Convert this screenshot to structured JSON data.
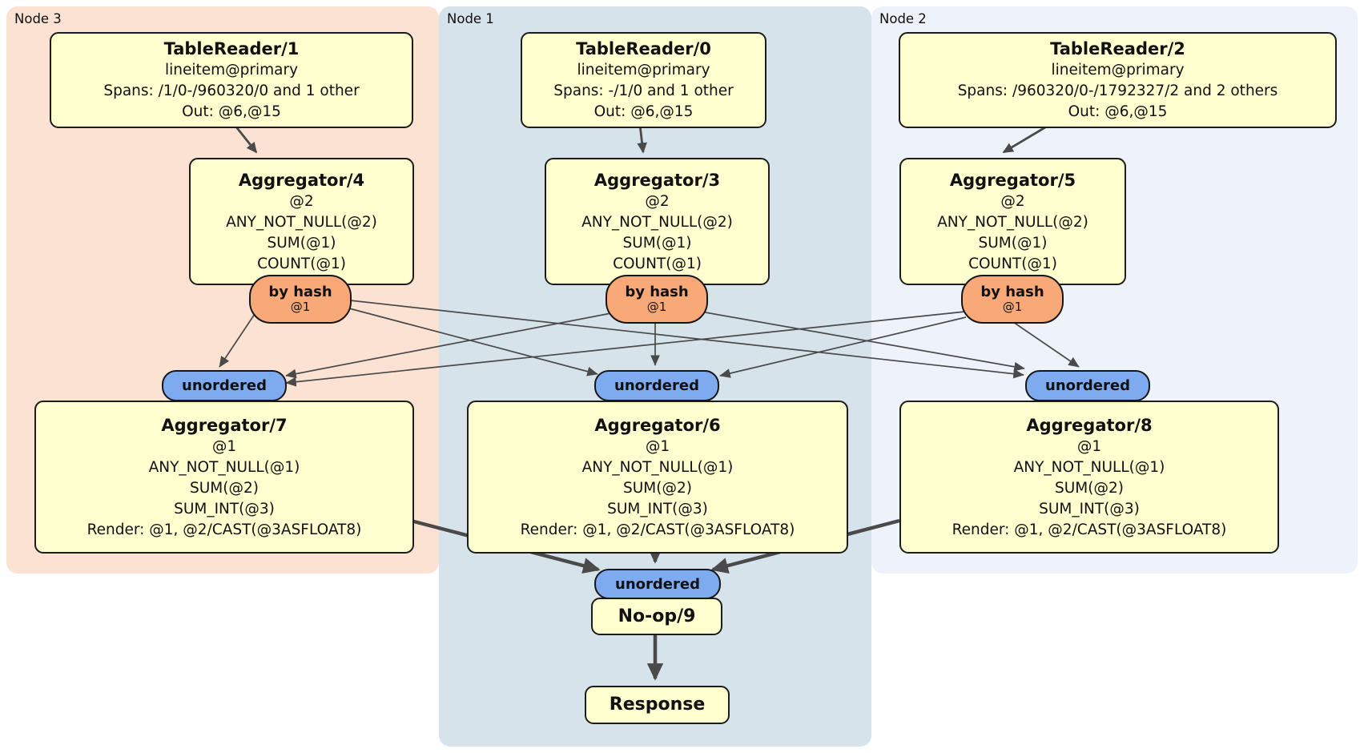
{
  "regions": [
    {
      "id": "node3",
      "label": "Node 3"
    },
    {
      "id": "node1",
      "label": "Node 1"
    },
    {
      "id": "node2",
      "label": "Node 2"
    }
  ],
  "boxes": {
    "tablereader1": {
      "title": "TableReader/1",
      "lines": [
        "lineitem@primary",
        "Spans: /1/0-/960320/0 and 1 other",
        "Out: @6,@15"
      ]
    },
    "tablereader0": {
      "title": "TableReader/0",
      "lines": [
        "lineitem@primary",
        "Spans: -/1/0 and 1 other",
        "Out: @6,@15"
      ]
    },
    "tablereader2": {
      "title": "TableReader/2",
      "lines": [
        "lineitem@primary",
        "Spans: /960320/0-/1792327/2 and 2 others",
        "Out: @6,@15"
      ]
    },
    "aggregator4": {
      "title": "Aggregator/4",
      "lines": [
        "@2",
        "ANY_NOT_NULL(@2)",
        "SUM(@1)",
        "COUNT(@1)"
      ]
    },
    "aggregator3": {
      "title": "Aggregator/3",
      "lines": [
        "@2",
        "ANY_NOT_NULL(@2)",
        "SUM(@1)",
        "COUNT(@1)"
      ]
    },
    "aggregator5": {
      "title": "Aggregator/5",
      "lines": [
        "@2",
        "ANY_NOT_NULL(@2)",
        "SUM(@1)",
        "COUNT(@1)"
      ]
    },
    "aggregator7": {
      "title": "Aggregator/7",
      "lines": [
        "@1",
        "ANY_NOT_NULL(@1)",
        "SUM(@2)",
        "SUM_INT(@3)",
        "Render: @1, @2/CAST(@3ASFLOAT8)"
      ]
    },
    "aggregator6": {
      "title": "Aggregator/6",
      "lines": [
        "@1",
        "ANY_NOT_NULL(@1)",
        "SUM(@2)",
        "SUM_INT(@3)",
        "Render: @1, @2/CAST(@3ASFLOAT8)"
      ]
    },
    "aggregator8": {
      "title": "Aggregator/8",
      "lines": [
        "@1",
        "ANY_NOT_NULL(@1)",
        "SUM(@2)",
        "SUM_INT(@3)",
        "Render: @1, @2/CAST(@3ASFLOAT8)"
      ]
    },
    "noop9": {
      "title": "No-op/9"
    },
    "response": {
      "title": "Response"
    }
  },
  "router": {
    "label": "by hash",
    "detail": "@1"
  },
  "stream": {
    "label": "unordered"
  },
  "colors": {
    "node3_bg": "#FBE2D2",
    "node1_bg": "#D7E3EB",
    "node2_bg": "#EDF2FB",
    "box_bg": "#FFFFCF",
    "router_bg": "#F8A977",
    "stream_bg": "#7EAAF0",
    "border": "#1C1C1C",
    "edge": "#4A4A4A"
  }
}
